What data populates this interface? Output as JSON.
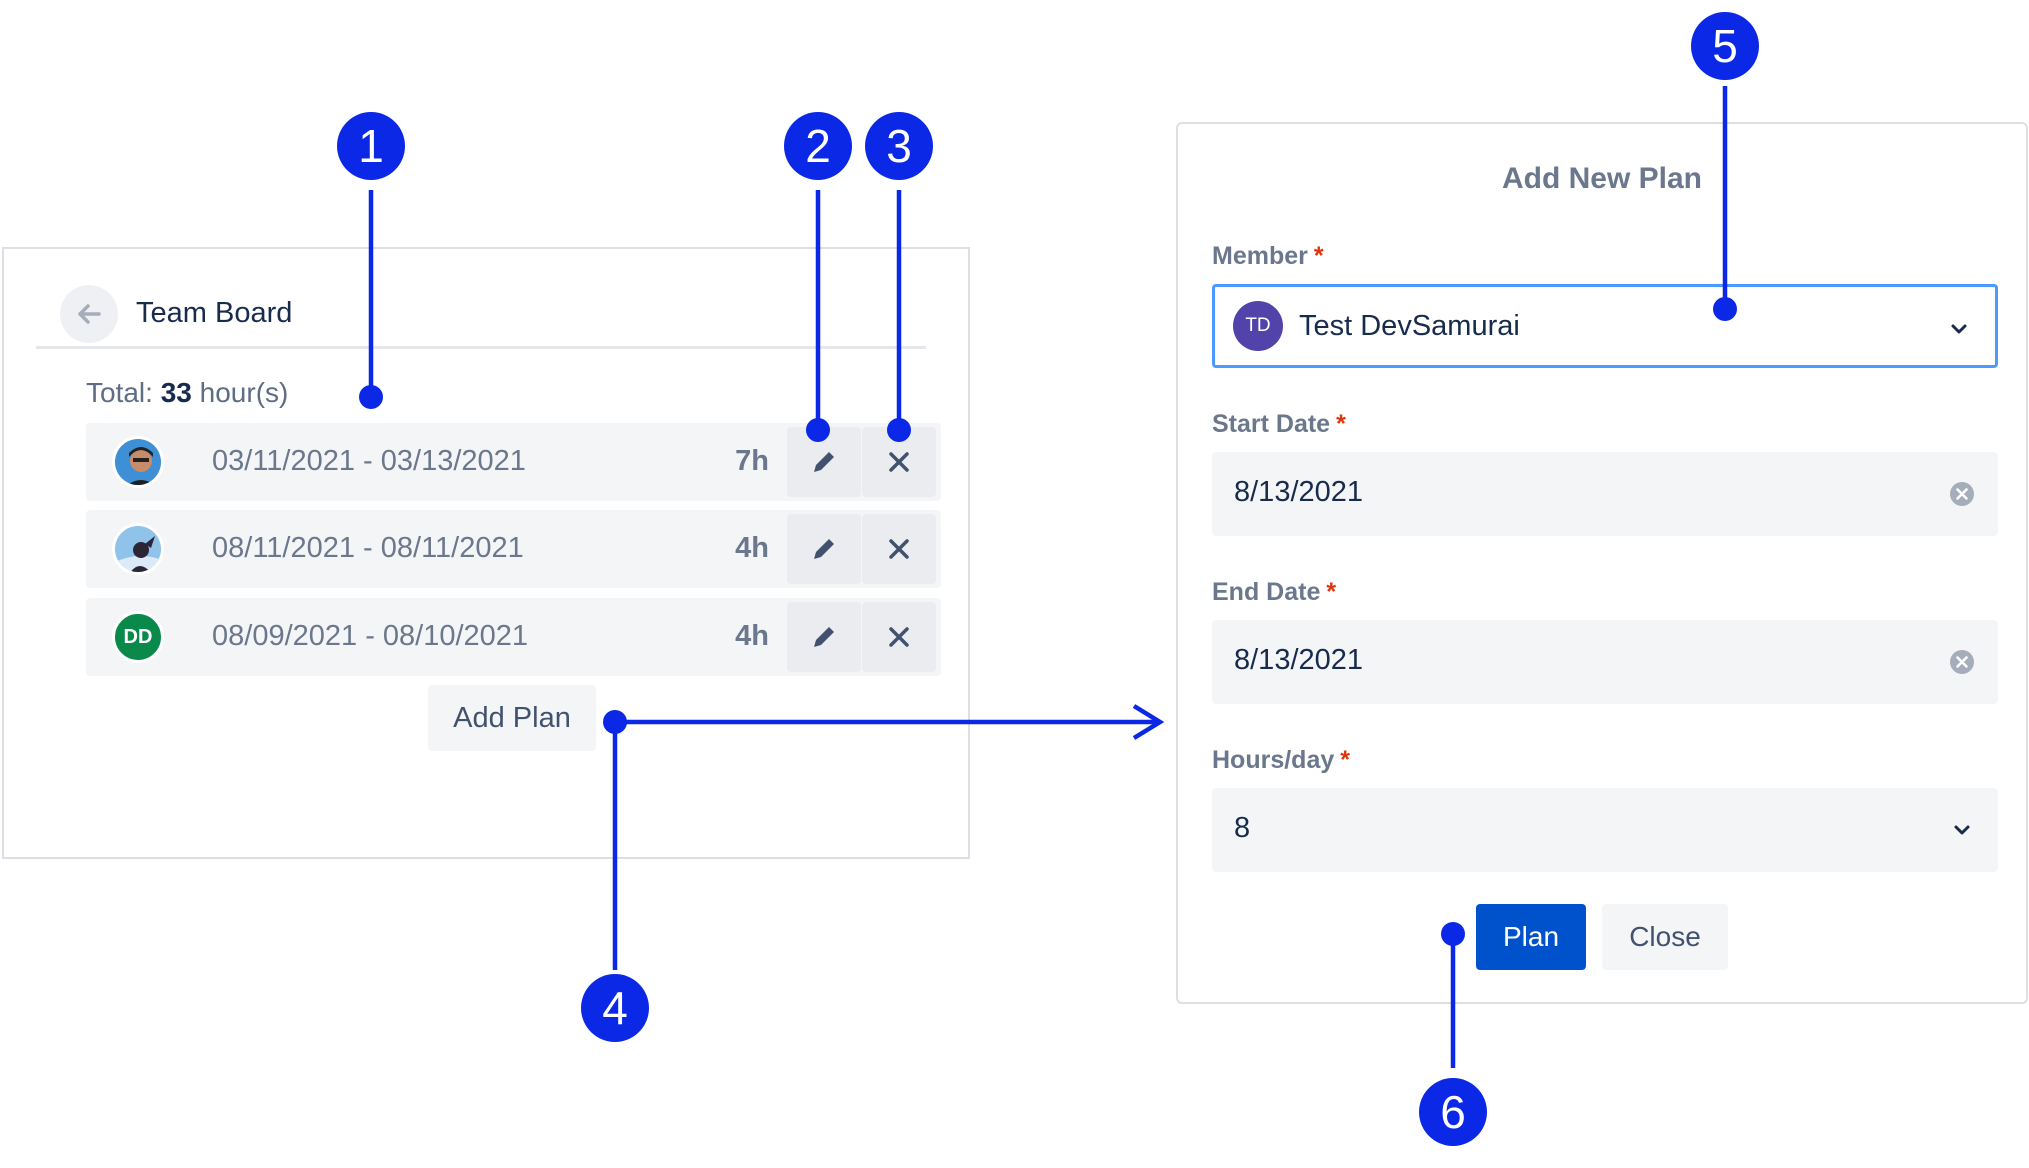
{
  "team_board": {
    "title": "Team Board",
    "total_prefix": "Total:",
    "total_value": "33",
    "total_unit": "hour(s)",
    "plans": [
      {
        "range": "03/11/2021 - 03/13/2021",
        "hours": "7h",
        "avatar": "photo-avatar"
      },
      {
        "range": "08/11/2021 - 08/11/2021",
        "hours": "4h",
        "avatar": "photo-avatar"
      },
      {
        "range": "08/09/2021 - 08/10/2021",
        "hours": "4h",
        "avatar_initials": "DD",
        "avatar_color": "#0a8a4a"
      }
    ],
    "add_plan_label": "Add Plan"
  },
  "add_new_plan": {
    "title": "Add New Plan",
    "member_label": "Member",
    "member_initials": "TD",
    "member_name": "Test DevSamurai",
    "start_date_label": "Start Date",
    "start_date_value": "8/13/2021",
    "end_date_label": "End Date",
    "end_date_value": "8/13/2021",
    "hours_label": "Hours/day",
    "hours_value": "8",
    "required_mark": "*",
    "plan_button": "Plan",
    "close_button": "Close"
  },
  "callouts": [
    "1",
    "2",
    "3",
    "4",
    "5",
    "6"
  ],
  "colors": {
    "callout": "#0b28e6",
    "primary": "#0052cc",
    "required": "#de350b",
    "focus": "#4c9aff"
  }
}
